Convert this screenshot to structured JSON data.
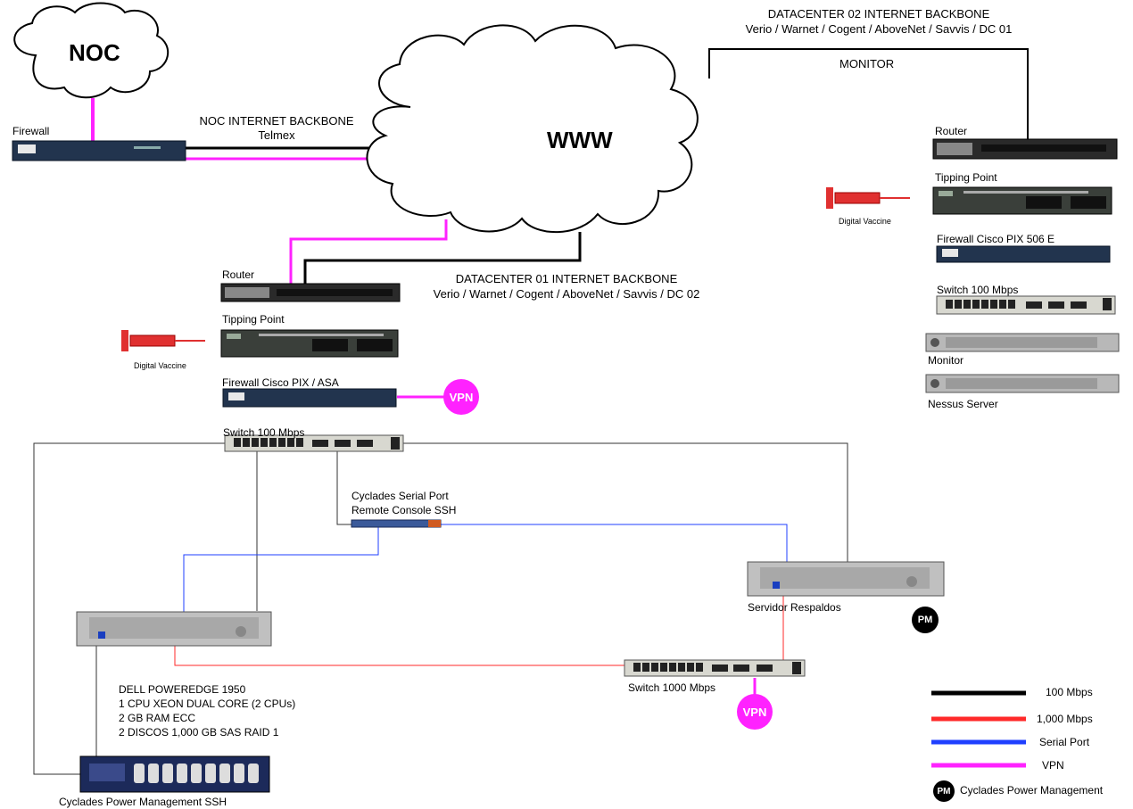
{
  "clouds": {
    "noc": "NOC",
    "www": "WWW"
  },
  "noc_site": {
    "firewall_label": "Firewall",
    "backbone_title": "NOC INTERNET BACKBONE",
    "backbone_provider": "Telmex"
  },
  "datacenter02": {
    "backbone_title": "DATACENTER 02 INTERNET BACKBONE",
    "backbone_providers": "Verio / Warnet / Cogent / AboveNet / Savvis / DC 01",
    "monitor_link_label": "MONITOR",
    "router_label": "Router",
    "tipping_point_label": "Tipping Point",
    "digital_vaccine_label": "Digital Vaccine",
    "firewall_label": "Firewall Cisco PIX 506 E",
    "switch_label": "Switch 100 Mbps",
    "monitor_label": "Monitor",
    "nessus_label": "Nessus Server"
  },
  "datacenter01": {
    "backbone_title": "DATACENTER 01 INTERNET BACKBONE",
    "backbone_providers": "Verio / Warnet / Cogent / AboveNet / Savvis / DC 02",
    "router_label": "Router",
    "tipping_point_label": "Tipping Point",
    "digital_vaccine_label": "Digital Vaccine",
    "firewall_label": "Firewall Cisco PIX / ASA",
    "switch_label": "Switch 100 Mbps",
    "cyclades_serial_line1": "Cyclades Serial Port",
    "cyclades_serial_line2": "Remote Console SSH",
    "backup_server_label": "Servidor Respaldos",
    "gigabit_switch_label": "Switch 1000 Mbps",
    "power_mgmt_label": "Cyclades Power Management SSH",
    "server_specs": [
      "DELL POWEREDGE 1950",
      "1 CPU XEON DUAL CORE (2 CPUs)",
      "2 GB RAM ECC",
      "2 DISCOS 1,000 GB SAS RAID 1"
    ]
  },
  "badges": {
    "vpn": "VPN",
    "pm": "PM"
  },
  "legend": {
    "items": [
      {
        "label": "100 Mbps",
        "color": "#000000"
      },
      {
        "label": "1,000 Mbps",
        "color": "#ff2a2a"
      },
      {
        "label": "Serial Port",
        "color": "#1f3fff"
      },
      {
        "label": "VPN",
        "color": "#ff22ff"
      }
    ],
    "pm_label": "Cyclades Power Management"
  }
}
